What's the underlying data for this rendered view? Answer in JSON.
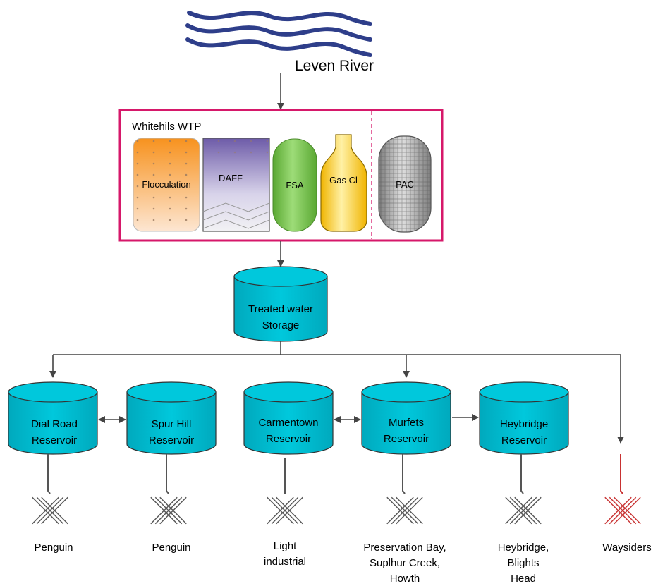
{
  "source": {
    "label": "Leven River"
  },
  "plant": {
    "title": "Whitehils WTP",
    "units": {
      "flocculation": "Flocculation",
      "daff": "DAFF",
      "fsa": "FSA",
      "gas_cl": "Gas Cl",
      "pac": "PAC"
    }
  },
  "storage": {
    "line1": "Treated water",
    "line2": "Storage"
  },
  "reservoirs": {
    "dial_road": {
      "line1": "Dial Road",
      "line2": "Reservoir"
    },
    "spur_hill": {
      "line1": "Spur Hill",
      "line2": "Reservoir"
    },
    "carmentown": {
      "line1": "Carmentown",
      "line2": "Reservoir"
    },
    "murfets": {
      "line1": "Murfets",
      "line2": "Reservoir"
    },
    "heybridge": {
      "line1": "Heybridge",
      "line2": "Reservoir"
    }
  },
  "zones": {
    "penguin_1": [
      "Penguin"
    ],
    "penguin_2": [
      "Penguin"
    ],
    "light_industrial": [
      "Light",
      "industrial"
    ],
    "preservation": [
      "Preservation Bay,",
      "Suplhur Creek,",
      "Howth"
    ],
    "heybridge_blights": [
      "Heybridge,",
      "Blights",
      "Head"
    ],
    "waysiders": [
      "Waysiders"
    ]
  },
  "colors": {
    "tank": "#00c0d4",
    "tank_top": "#5ee0ee",
    "outline": "#333333",
    "plant_border": "#d6186a",
    "network": "#555555",
    "waysiders": "#c83232",
    "river": "#2e3e8a"
  }
}
